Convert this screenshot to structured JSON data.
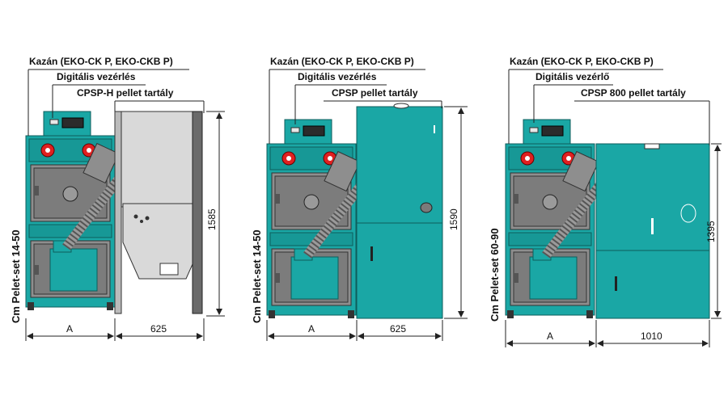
{
  "colors": {
    "body": "#1aa7a5",
    "door": "#8e8e8e",
    "hopper": "#d9d9d9",
    "wheel": "#e02020"
  },
  "panels": [
    {
      "side_label": "Cm Pelet-set 14-50",
      "boiler_label": "Kazán (EKO-CK P, EKO-CKB P)",
      "control_label": "Digitális vezérlés",
      "tank_label": "CPSP-H pellet tartály",
      "height_dim": "1585",
      "width_a": "A",
      "width_tank": "625"
    },
    {
      "side_label": "Cm Pelet-set 14-50",
      "boiler_label": "Kazán (EKO-CK P, EKO-CKB P)",
      "control_label": "Digitális vezérlés",
      "tank_label": "CPSP pellet tartály",
      "height_dim": "1590",
      "width_a": "A",
      "width_tank": "625"
    },
    {
      "side_label": "Cm Pelet-set 60-90",
      "boiler_label": "Kazán (EKO-CK P, EKO-CKB P)",
      "control_label": "Digitális vezérlő",
      "tank_label": "CPSP 800 pellet tartály",
      "height_dim": "1395",
      "width_a": "A",
      "width_tank": "1010"
    }
  ]
}
